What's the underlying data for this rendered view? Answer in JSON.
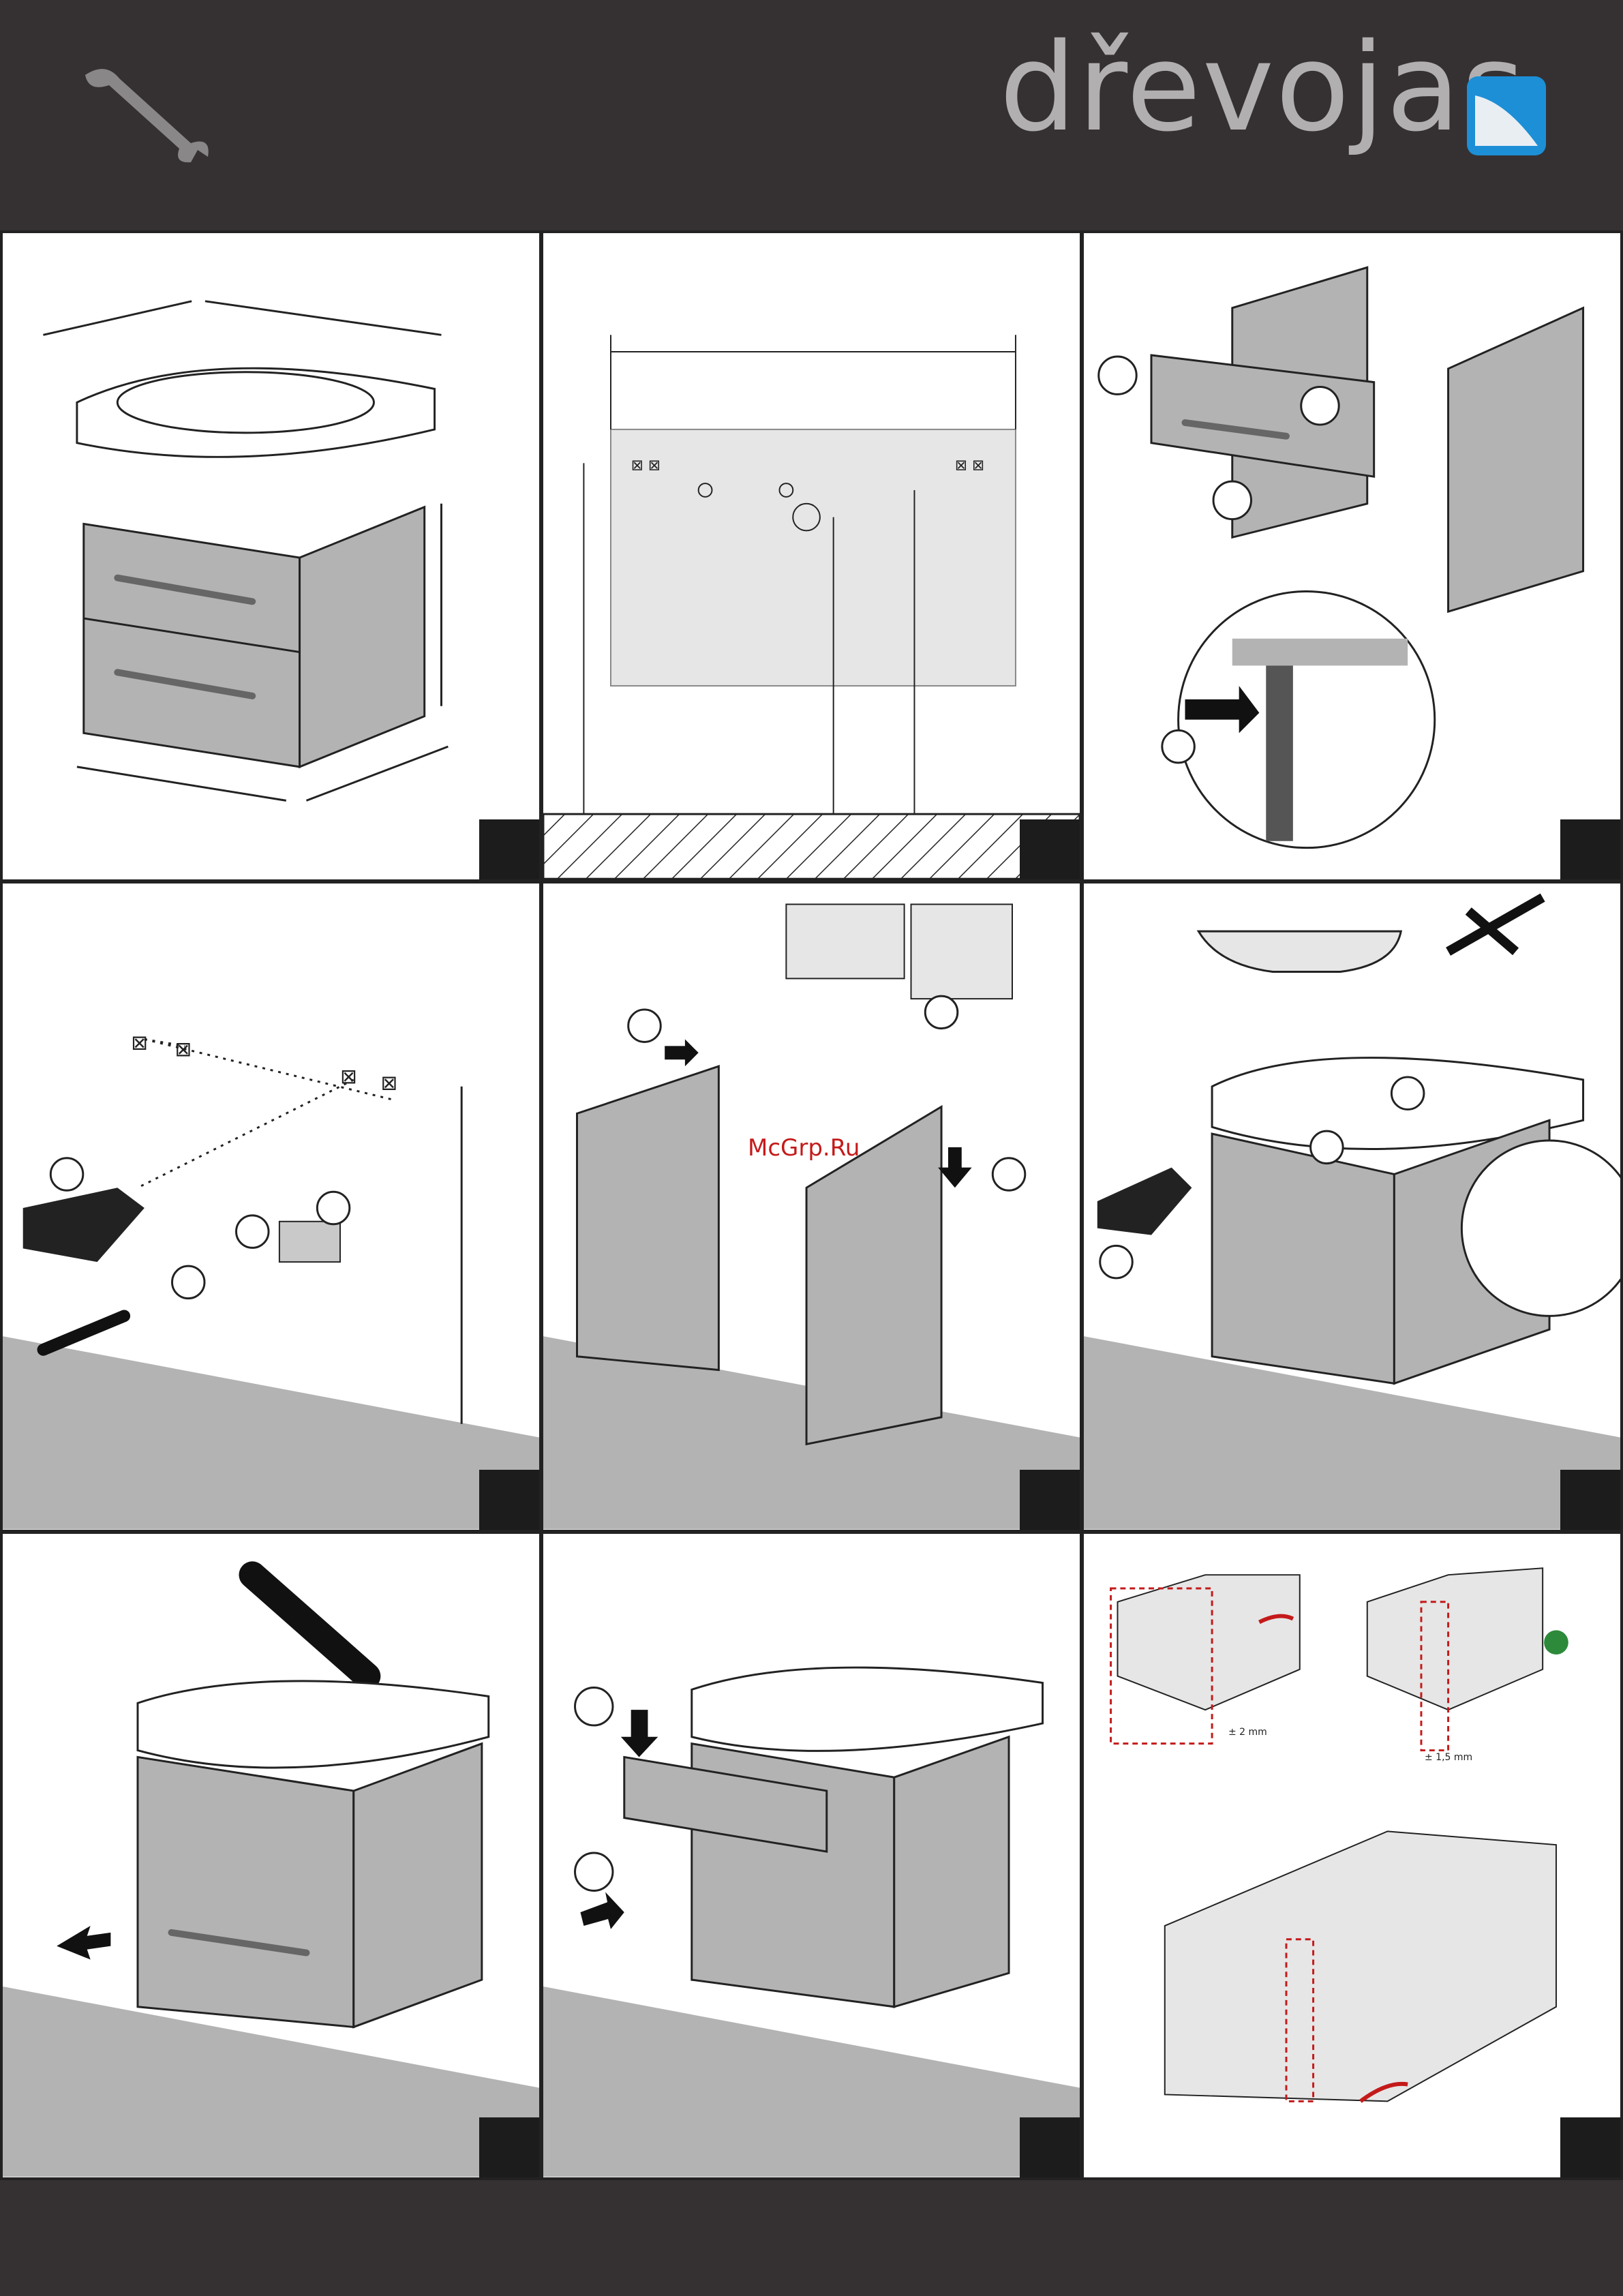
{
  "header": {
    "brand": "dřevojas",
    "tool_icon": "wrench-icon",
    "logo_icon": "drevojas-logo-icon"
  },
  "watermark": {
    "text": "McGrp.Ru"
  },
  "panels": [
    {
      "id": "p1",
      "subject": "dimensions of basin and cabinet"
    },
    {
      "id": "p2",
      "subject": "wall mounting dimensions"
    },
    {
      "id": "p3",
      "subject": "remove drawers"
    },
    {
      "id": "p4",
      "subject": "drill and mount wall brackets"
    },
    {
      "id": "p5",
      "subject": "hang cabinet on brackets"
    },
    {
      "id": "p6",
      "subject": "fit basin with sealant"
    },
    {
      "id": "p7",
      "subject": "apply sealant"
    },
    {
      "id": "p8",
      "subject": "insert drawers"
    },
    {
      "id": "p9",
      "subject": "adjust drawer fronts"
    }
  ],
  "adjust_labels": {
    "a": "± 2 mm",
    "b": "± 1,5 mm"
  },
  "colors": {
    "dark": "#353133",
    "grey": "#b3b3b3",
    "light": "#e6e6e6",
    "accent": "#c41a1a"
  }
}
